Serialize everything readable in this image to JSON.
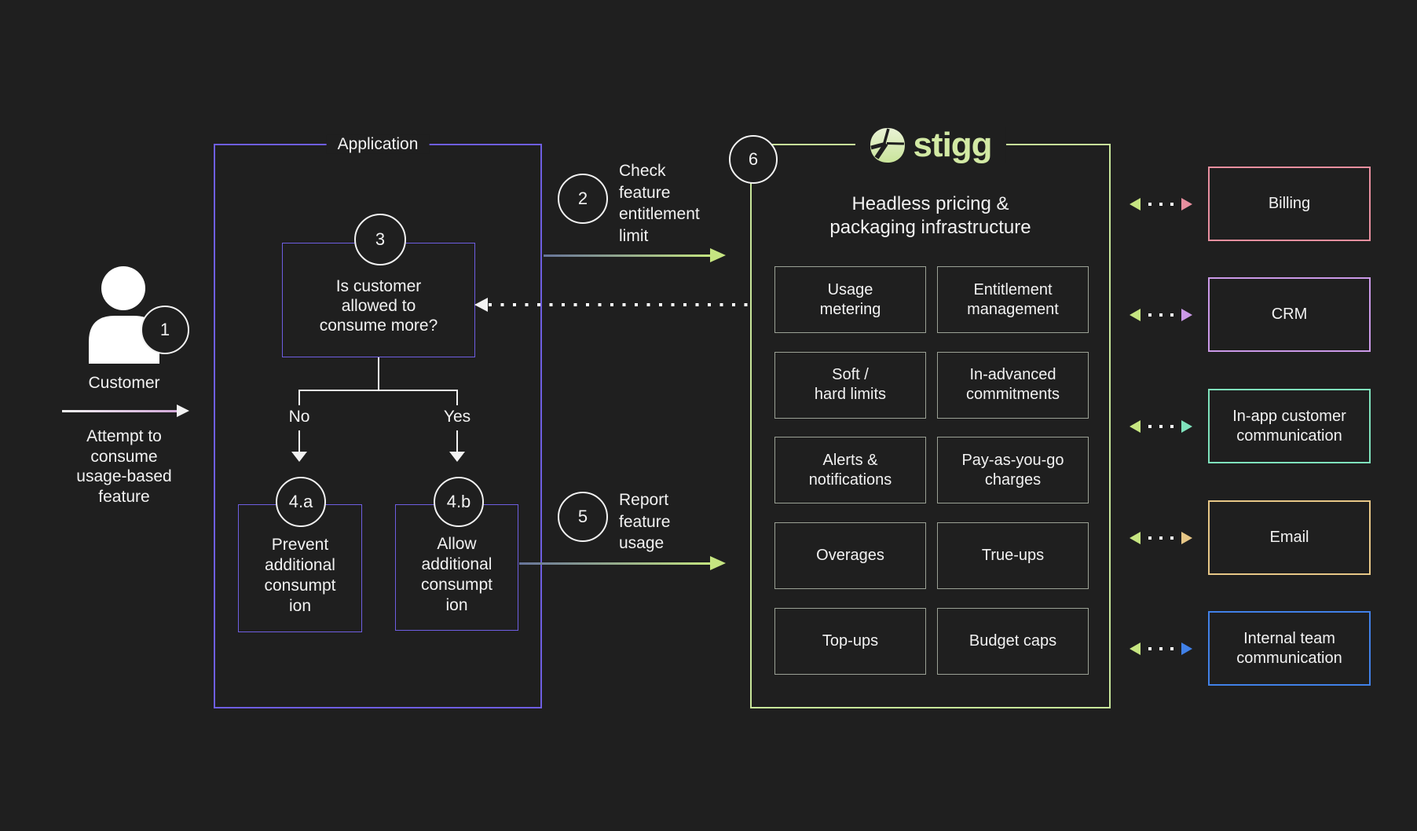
{
  "customer": {
    "step": "1",
    "label": "Customer",
    "action_lines": [
      "Attempt to",
      "consume",
      "usage-based",
      "feature"
    ]
  },
  "application": {
    "title": "Application",
    "decision": {
      "step": "3",
      "lines": [
        "Is customer",
        "allowed to",
        "consume more?"
      ]
    },
    "no_label": "No",
    "yes_label": "Yes",
    "prevent": {
      "step": "4.a",
      "lines": [
        "Prevent",
        "additional",
        "consumpt",
        "ion"
      ]
    },
    "allow": {
      "step": "4.b",
      "lines": [
        "Allow",
        "additional",
        "consumpt",
        "ion"
      ]
    }
  },
  "flows": {
    "check": {
      "step": "2",
      "lines": [
        "Check",
        "feature",
        "entitlement",
        "limit"
      ]
    },
    "report": {
      "step": "5",
      "lines": [
        "Report",
        "feature",
        "usage"
      ]
    }
  },
  "stigg": {
    "step": "6",
    "brand": "stigg",
    "header_lines": [
      "Headless pricing &",
      "packaging infrastructure"
    ],
    "cells": [
      {
        "lines": [
          "Usage",
          "metering"
        ]
      },
      {
        "lines": [
          "Entitlement",
          "management"
        ]
      },
      {
        "lines": [
          "Soft /",
          "hard limits"
        ]
      },
      {
        "lines": [
          "In-advanced",
          "commitments"
        ]
      },
      {
        "lines": [
          "Alerts &",
          "notifications"
        ]
      },
      {
        "lines": [
          "Pay-as-you-go",
          "charges"
        ]
      },
      {
        "lines": [
          "Overages"
        ]
      },
      {
        "lines": [
          "True-ups"
        ]
      },
      {
        "lines": [
          "Top-ups"
        ]
      },
      {
        "lines": [
          "Budget caps"
        ]
      }
    ]
  },
  "integrations": [
    {
      "label_lines": [
        "Billing"
      ],
      "color": "#e88f9f"
    },
    {
      "label_lines": [
        "CRM"
      ],
      "color": "#cb99e8"
    },
    {
      "label_lines": [
        "In-app customer",
        "communication"
      ],
      "color": "#7fe2bc"
    },
    {
      "label_lines": [
        "Email"
      ],
      "color": "#e7c787"
    },
    {
      "label_lines": [
        "Internal team",
        "communication"
      ],
      "color": "#4181e8"
    }
  ],
  "colors": {
    "background": "#1f1f1f",
    "application_border": "#6e5ee2",
    "stigg_border": "#c8e69a",
    "cell_border": "#9ba195",
    "arrow_green": "#c6e581",
    "arrow_gradient_start": "#67749a",
    "connector_dot": "#ffffff",
    "customer_arrow_tint": "#d2a8d8"
  }
}
